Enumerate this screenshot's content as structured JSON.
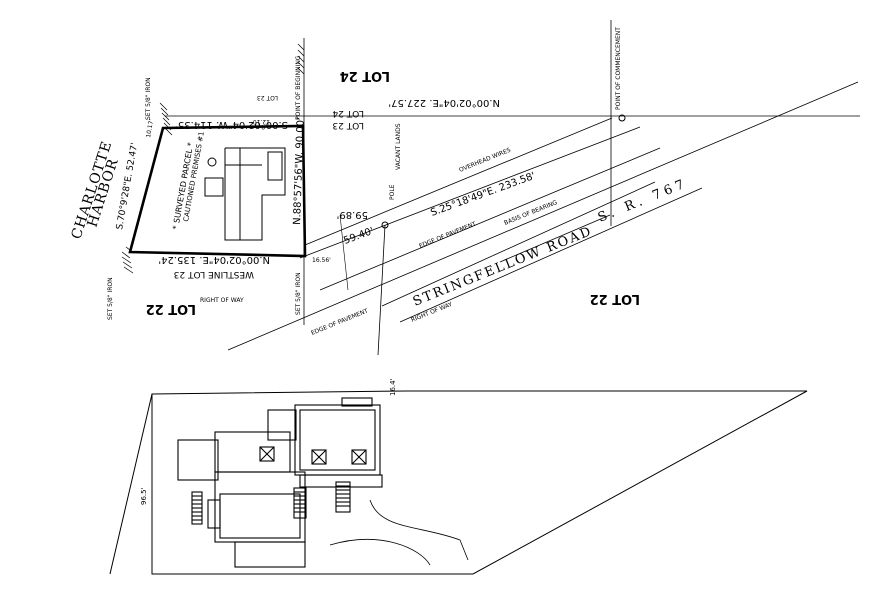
{
  "site_plan": {
    "water_label_1": "CHARLOTTE",
    "water_label_2": "HARBOR",
    "lot_24": "LOT 24",
    "lot_22_left": "LOT 22",
    "lot_22_right": "LOT 22",
    "lot_23_top": "LOT 23",
    "lot_24_small": "LOT 24",
    "road_name": "STRINGFELLOW ROAD",
    "route": "S. R. 767",
    "bearing_north": "N.00°02'04\"E. 227.57'",
    "bearing_top": "S.00°02'04\"W. 114.35'",
    "bearing_west": "S.70°9'28\"E. 52.47'",
    "bearing_south": "N.00°02'04\"E. 135.24'",
    "bearing_east": "N.88°57'56\"W. 90.00'",
    "bearing_road": "S.25°18'49\"E. 233.58'",
    "dist_1": "59.40'",
    "dist_2": "59.89'",
    "westline": "WESTLINE LOT 23",
    "surveyed_parcel": "* SURVEYED PARCEL *",
    "cautioned_premises": "CAUTIONED PREMISES #1",
    "edge_pavement_1": "EDGE OF PAVEMENT",
    "edge_pavement_2": "EDGE OF PAVEMENT",
    "right_of_way_1": "RIGHT OF WAY",
    "right_of_way_2": "RIGHT OF WAY",
    "basis_bearing": "BASIS OF BEARING",
    "overhead_wires": "OVERHEAD WIRES",
    "point_beginning": "POINT OF BEGINNING",
    "point_commencement": "POINT OF COMMENCEMENT",
    "pole": "POLE",
    "vacant_lands": "VACANT LANDS",
    "set_iron_1": "SET 5/8\" IRON",
    "set_iron_2": "SET 5/8\" IRON",
    "set_iron_3": "SET 5/8\" IRON",
    "lot_23_corner": "LOT 23",
    "dim_1": "16.56'",
    "dim_2": "10.17'",
    "dim_3": "12.10'"
  },
  "floor_plan": {
    "dim_left": "96.5'",
    "dim_top": "16.4'"
  }
}
